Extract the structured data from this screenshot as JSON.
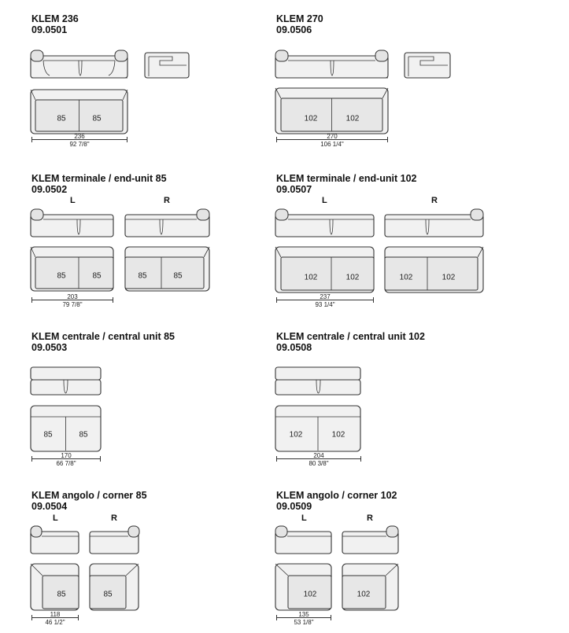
{
  "sections": {
    "klem236": {
      "name": "KLEM 236",
      "code": "09.0501",
      "seat_a": "85",
      "seat_b": "85",
      "cm": "236",
      "inch": "92 7/8\""
    },
    "klem270": {
      "name": "KLEM 270",
      "code": "09.0506",
      "seat_a": "102",
      "seat_b": "102",
      "cm": "270",
      "inch": "106 1/4\""
    },
    "term85": {
      "name": "KLEM terminale / end-unit 85",
      "code": "09.0502",
      "left": "L",
      "right": "R",
      "seat_a": "85",
      "seat_b": "85",
      "seat_c": "85",
      "seat_d": "85",
      "cm": "203",
      "inch": "79 7/8\""
    },
    "term102": {
      "name": "KLEM terminale / end-unit 102",
      "code": "09.0507",
      "left": "L",
      "right": "R",
      "seat_a": "102",
      "seat_b": "102",
      "seat_c": "102",
      "seat_d": "102",
      "cm": "237",
      "inch": "93 1/4\""
    },
    "central85": {
      "name": "KLEM centrale / central unit 85",
      "code": "09.0503",
      "seat_a": "85",
      "seat_b": "85",
      "cm": "170",
      "inch": "66 7/8\""
    },
    "central102": {
      "name": "KLEM centrale / central unit 102",
      "code": "09.0508",
      "seat_a": "102",
      "seat_b": "102",
      "cm": "204",
      "inch": "80 3/8\""
    },
    "corner85": {
      "name": "KLEM angolo / corner 85",
      "code": "09.0504",
      "left": "L",
      "right": "R",
      "seat_a": "85",
      "seat_b": "85",
      "cm": "118",
      "inch": "46 1/2\""
    },
    "corner102": {
      "name": "KLEM angolo / corner 102",
      "code": "09.0509",
      "left": "L",
      "right": "R",
      "seat_a": "102",
      "seat_b": "102",
      "cm": "135",
      "inch": "53 1/8\""
    }
  }
}
